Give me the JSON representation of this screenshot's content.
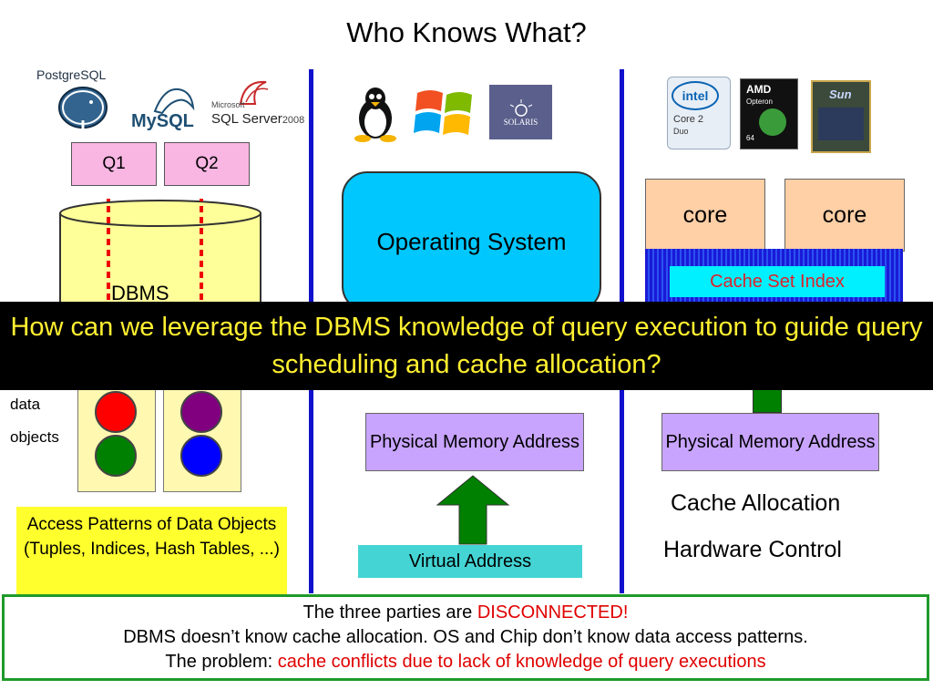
{
  "title": "Who Knows What?",
  "logos": {
    "postgres": "PostgreSQL",
    "mysql": "MySQL",
    "sqlserver_small": "Microsoft",
    "sqlserver": "SQL Server",
    "sqlserver_year": "2008",
    "intel": "intel",
    "intel_core": "Core 2",
    "intel_duo": "Duo",
    "amd": "AMD",
    "amd_sub": "Opteron",
    "amd_64": "64",
    "sun": "Sun",
    "solaris": "SOLARIS"
  },
  "dbms": {
    "q1": "Q1",
    "q2": "Q2",
    "label": "DBMS",
    "data_label": "data",
    "objects_label": "objects",
    "access_patterns": "Access Patterns of Data Objects (Tuples, Indices, Hash Tables, ...)"
  },
  "os": {
    "box": "Operating System",
    "pma": "Physical Memory Address",
    "virtual_address": "Virtual Address"
  },
  "chip": {
    "core1": "core",
    "core2": "core",
    "cache_set_index": "Cache Set Index",
    "pma": "Physical Memory Address",
    "cache_allocation": "Cache Allocation",
    "hardware_control": "Hardware Control"
  },
  "banner": "How can we leverage the DBMS knowledge of query execution to guide query scheduling and cache allocation?",
  "bottom": {
    "line1_prefix": "The three parties are ",
    "line1_red": "DISCONNECTED!",
    "line2": "DBMS doesn’t know cache allocation.  OS and Chip don’t know data access patterns.",
    "line3_prefix": "The problem: ",
    "line3_red": "cache conflicts due to lack of knowledge of query executions"
  },
  "colors": {
    "divider": "#1010cc",
    "query_box": "#f9b6e3",
    "cylinder": "#ffff99",
    "access_patterns": "#ffff2e",
    "os_box": "#00c8ff",
    "pma": "#c8a4ff",
    "virtual_address": "#44d4d4",
    "core": "#ffcfa6",
    "cache_set_index": "#00f0ff",
    "arrow": "#008000",
    "banner_bg": "#000000",
    "banner_text": "#fff030",
    "bottom_border": "#1f9a2a",
    "emphasis_red": "#e00000",
    "dot_red": "#ff0000",
    "dot_purple": "#800080",
    "dot_green": "#008000",
    "dot_blue": "#0000ff"
  }
}
